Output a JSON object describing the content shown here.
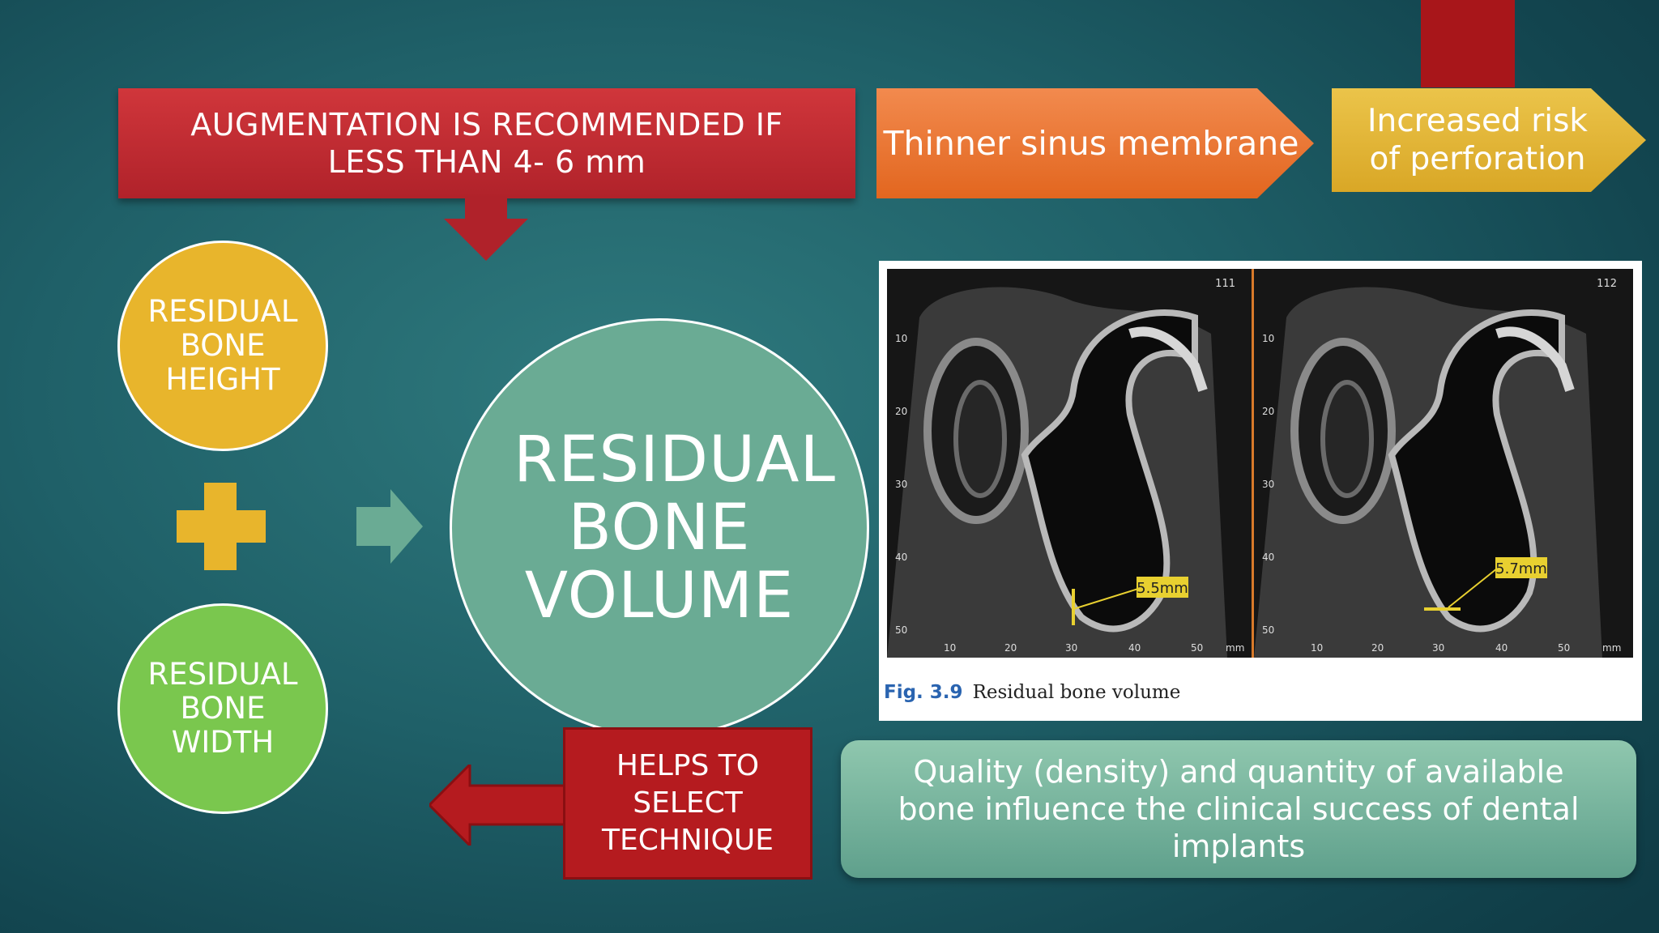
{
  "header_boxes": {
    "augmentation": "AUGMENTATION IS RECOMMENDED IF LESS THAN 4- 6 mm",
    "thinner_membrane": "Thinner sinus membrane",
    "perforation_risk": "Increased risk of perforation"
  },
  "inputs": {
    "height": "RESIDUAL BONE HEIGHT",
    "width": "RESIDUAL BONE WIDTH"
  },
  "result": "RESIDUAL BONE VOLUME",
  "helps": "HELPS TO SELECT TECHNIQUE",
  "quality_note": "Quality (density) and quantity of available bone influence the clinical success of dental implants",
  "figure": {
    "number": "Fig. 3.9",
    "caption": "Residual bone volume",
    "left_panel": {
      "id": "111",
      "measurement": "5.5mm"
    },
    "right_panel": {
      "id": "112",
      "measurement": "5.7mm"
    },
    "x_ticks": [
      "10",
      "20",
      "30",
      "40",
      "50"
    ],
    "y_ticks": [
      "10",
      "20",
      "30",
      "40",
      "50"
    ],
    "unit": "mm"
  },
  "colors": {
    "red": "#b51b1f",
    "orange": "#e8742c",
    "gold": "#e8b52c",
    "green": "#7ac74e",
    "teal": "#6aab94"
  }
}
